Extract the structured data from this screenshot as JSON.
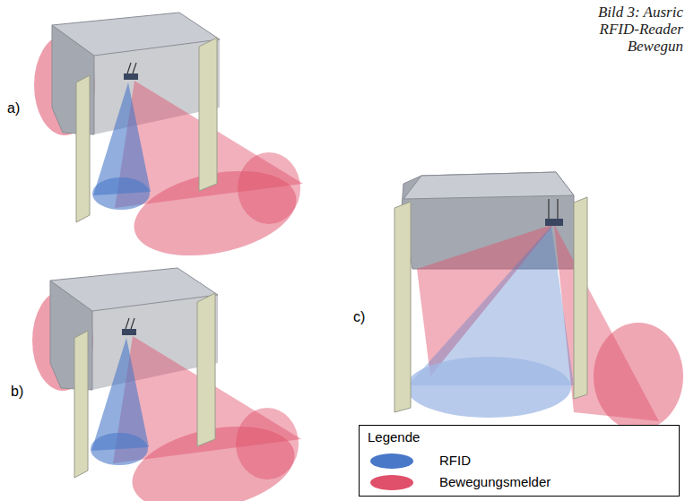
{
  "diagram": {
    "caption": "Bild 3: Ausric RFID-Reader Bewegun",
    "labels": [
      "a)",
      "b)",
      "c)",
      "Legende"
    ],
    "legend": [
      {
        "text": "RFID",
        "color": "#4a78c8"
      },
      {
        "text": "Bewegungsmelder",
        "color": "#e0506a"
      }
    ]
  }
}
